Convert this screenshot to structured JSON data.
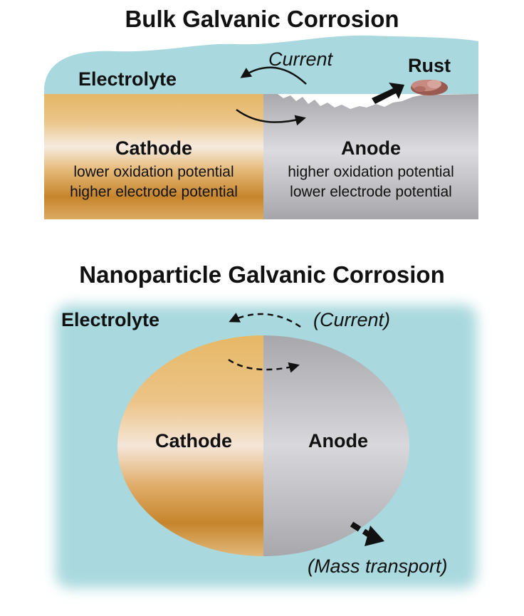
{
  "top": {
    "title": "Bulk Galvanic Corrosion",
    "electrolyte": "Electrolyte",
    "current": "Current",
    "rust": "Rust",
    "cathode": {
      "name": "Cathode",
      "line1": "lower oxidation potential",
      "line2": "higher electrode potential"
    },
    "anode": {
      "name": "Anode",
      "line1": "higher oxidation potential",
      "line2": "lower electrode potential"
    }
  },
  "bottom": {
    "title": "Nanoparticle Galvanic Corrosion",
    "electrolyte": "Electrolyte",
    "current": "(Current)",
    "cathode": "Cathode",
    "anode": "Anode",
    "mass_transport": "(Mass transport)"
  },
  "colors": {
    "electrolyte": "#a9d9de",
    "cathode_gold": "#e2b05a",
    "cathode_light": "#f6e3cf",
    "anode_gray": "#b9b9bc",
    "anode_light": "#dedee0",
    "rust": "#a8645a"
  }
}
